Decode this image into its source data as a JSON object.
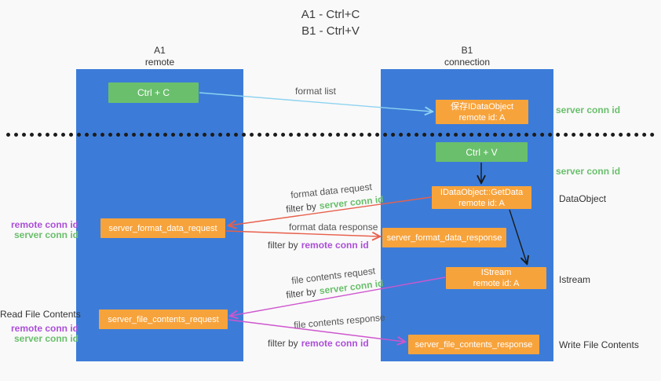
{
  "title": {
    "line1": "A1 - Ctrl+C",
    "line2": "B1 - Ctrl+V"
  },
  "lanes": {
    "a1": {
      "name": "A1",
      "role": "remote"
    },
    "b1": {
      "name": "B1",
      "role": "connection"
    }
  },
  "nodes": {
    "ctrl_c": {
      "label": "Ctrl + C"
    },
    "ctrl_v": {
      "label": "Ctrl + V"
    },
    "save_dataobject": {
      "line1": "保存IDataObject",
      "line2": "remote id: A"
    },
    "getdata": {
      "line1": "IDataObject::GetData",
      "line2": "remote id: A"
    },
    "istream": {
      "line1": "IStream",
      "line2": "remote id: A"
    },
    "format_request": {
      "label": "server_format_data_request"
    },
    "format_response": {
      "label": "server_format_data_response"
    },
    "file_request": {
      "label": "server_file_contents_request"
    },
    "file_response": {
      "label": "server_file_contents_response"
    }
  },
  "right_labels": {
    "server_conn_id_1": "server conn id",
    "server_conn_id_2": "server conn id",
    "dataobject": "DataObject",
    "istream": "Istream",
    "write_file_contents": "Write File Contents"
  },
  "left_labels": {
    "remote_conn_id_1": "remote conn id",
    "server_conn_id_1": "server conn id",
    "read_file_contents": "Read File Contents",
    "remote_conn_id_2": "remote conn id",
    "server_conn_id_2": "server conn id"
  },
  "arrow_labels": {
    "format_list": "format list",
    "format_data_request": "format data request",
    "format_data_response": "format data response",
    "file_contents_request": "file contents request",
    "file_contents_response": "file contents response",
    "filter_prefix": "filter by",
    "server_conn_id": "server conn id",
    "remote_conn_id": "remote conn id"
  },
  "colors": {
    "lane_blue": "#3c7cd8",
    "box_green": "#6abf6c",
    "box_orange": "#f7a33c",
    "text_green": "#6abf6c",
    "text_purple": "#ac4fd8",
    "arrow_red": "#e8604c",
    "arrow_magenta": "#ce56ce",
    "arrow_light_blue": "#8ed3f0",
    "arrow_black": "#1a1a1a"
  }
}
